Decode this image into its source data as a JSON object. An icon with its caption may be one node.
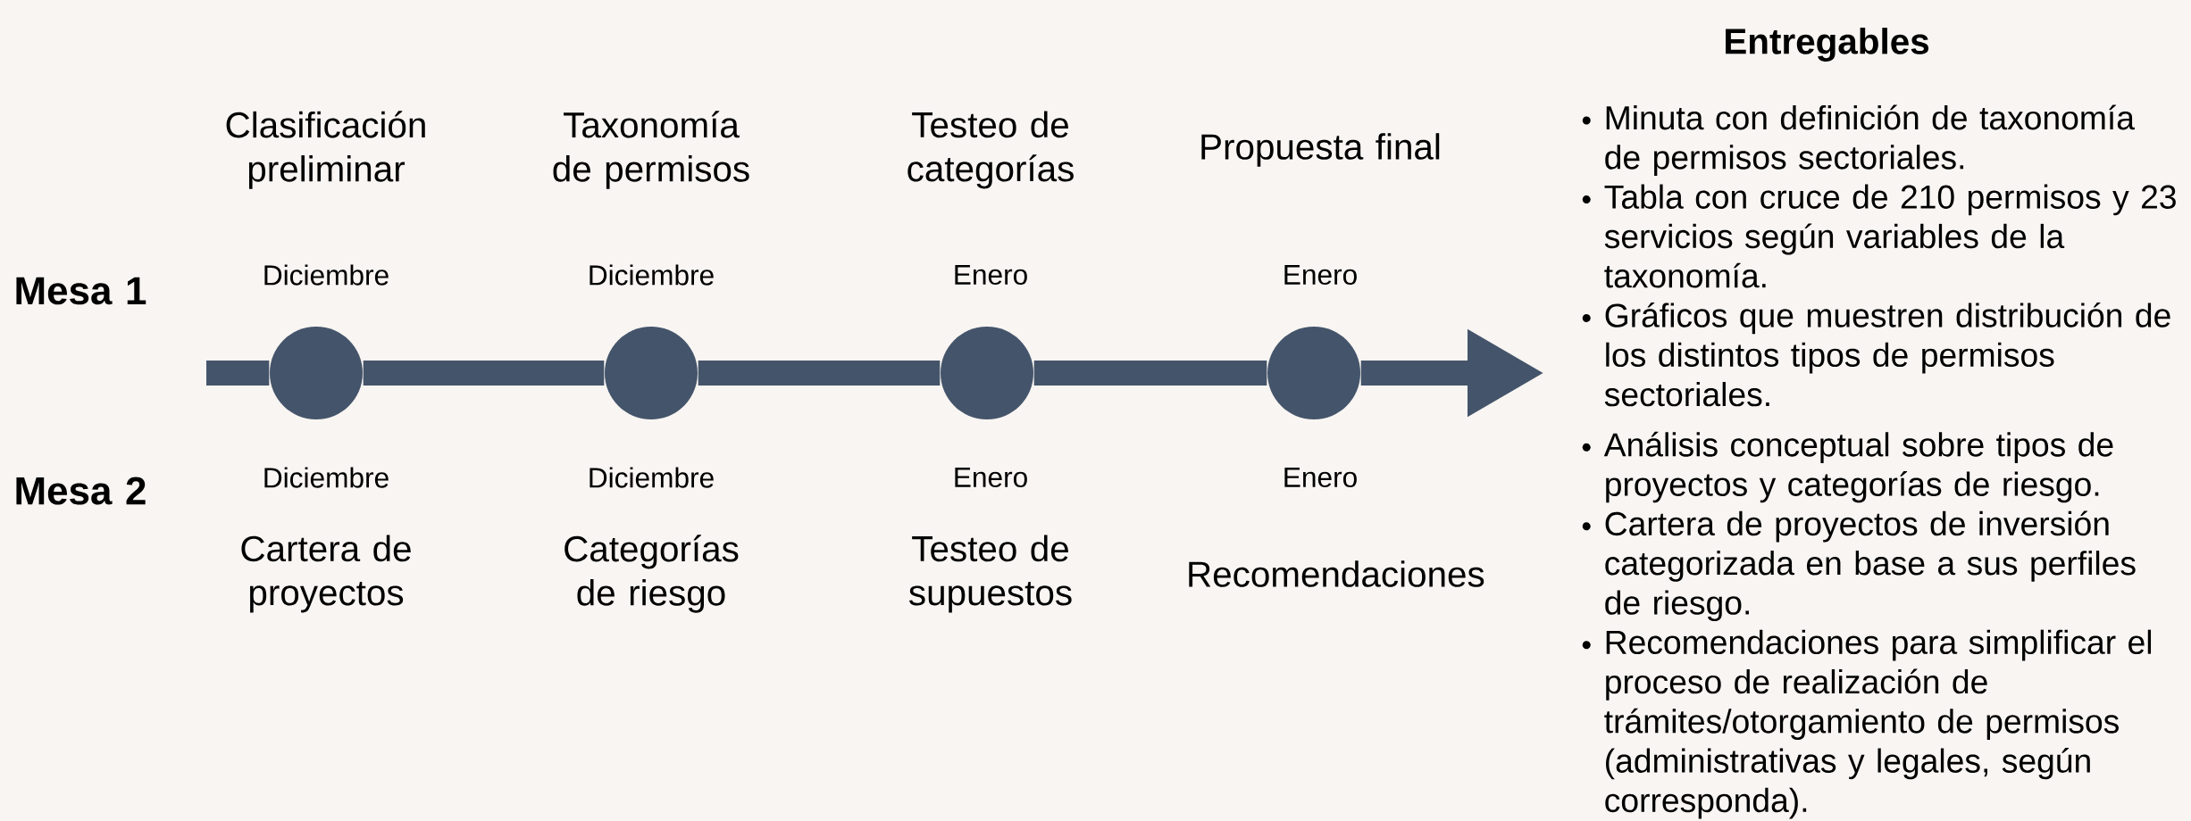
{
  "diagram": {
    "nodes": [
      {
        "text": [],
        "shape": "circle"
      },
      {
        "text": [],
        "shape": "circle"
      },
      {
        "text": [],
        "shape": "circle"
      },
      {
        "text": [],
        "shape": "circle"
      }
    ],
    "edges": [
      {
        "from": null,
        "to": 0,
        "arrow": "none"
      },
      {
        "from": 0,
        "to": 1,
        "arrow": "none"
      },
      {
        "from": 1,
        "to": 2,
        "arrow": "none"
      },
      {
        "from": 2,
        "to": 3,
        "arrow": "none"
      },
      {
        "from": 3,
        "to": null,
        "arrow": "to"
      }
    ],
    "labels": [
      "Entregables",
      "Clasificación preliminar",
      "Taxonomía de permisos",
      "Testeo de categorías",
      "Propuesta final",
      "Minuta con definición de taxonomía de permisos sectoriales.",
      "Tabla con cruce de 210 permisos y 23 servicios según variables de la taxonomía.",
      "Mesa 1",
      "Diciembre",
      "Diciembre",
      "Enero",
      "Enero",
      "Gráficos que muestren distribución de los distintos tipos de permisos sectoriales.",
      "Mesa 2",
      "Diciembre",
      "Diciembre",
      "Enero",
      "Enero",
      "Análisis conceptual sobre tipos de proyectos y categorías de riesgo.",
      "Cartera de proyectos",
      "Categorías de riesgo",
      "Testeo de supuestos",
      "Recomendaciones",
      "Cartera de proyectos de inversión categorizada en base a sus perfiles de riesgo.",
      "Recomendaciones para simplificar el proceso de realización de trámites/otorgamiento de permisos (administrativas y legales, según corresponda)."
    ]
  }
}
